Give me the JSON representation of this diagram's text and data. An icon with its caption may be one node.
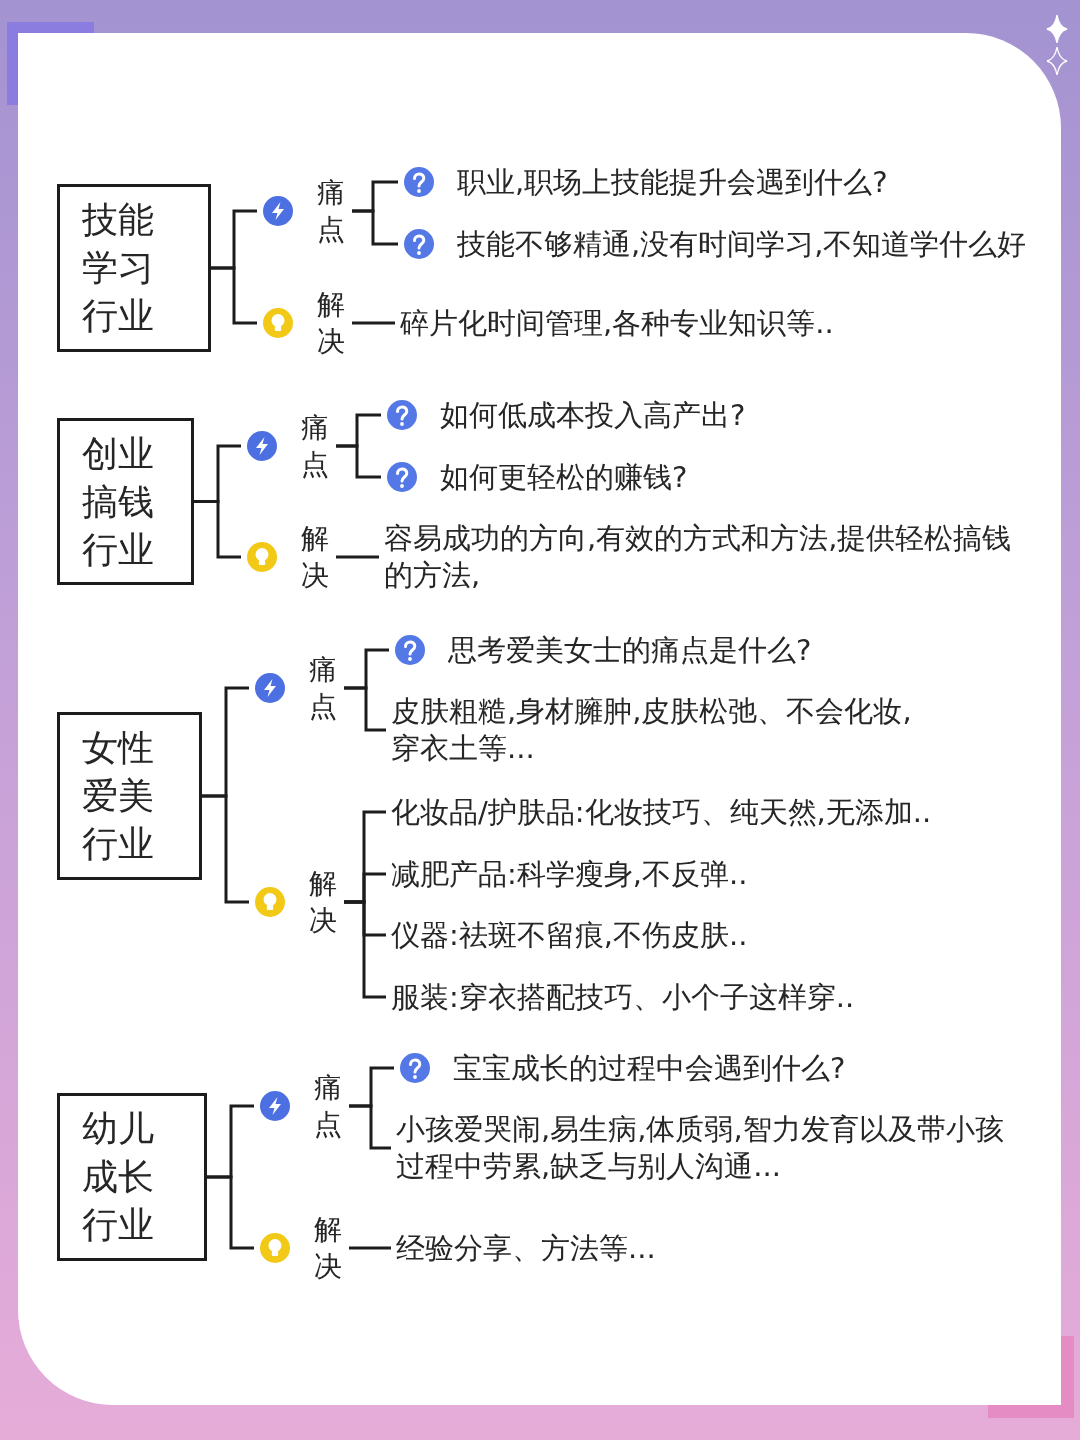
{
  "diagram": {
    "nodes": [
      {
        "text": [
          "技能学习行业"
        ]
      },
      {
        "text": [
          "痛点"
        ]
      },
      {
        "text": [
          "职业,职场上技能提升会遇到什么?"
        ]
      },
      {
        "text": [
          "技能不够精通,没有时间学习,不知道学什么好"
        ]
      },
      {
        "text": [
          "解决"
        ]
      },
      {
        "text": [
          "碎片化时间管理,各种专业知识等.."
        ]
      },
      {
        "text": [
          "创业搞钱行业"
        ]
      },
      {
        "text": [
          "痛点"
        ]
      },
      {
        "text": [
          "如何低成本投入高产出?"
        ]
      },
      {
        "text": [
          "如何更轻松的赚钱?"
        ]
      },
      {
        "text": [
          "解决"
        ]
      },
      {
        "text": [
          "容易成功的方向,有效的方式和方法,提供轻松搞钱的方法,"
        ]
      },
      {
        "text": [
          "女性爱美行业"
        ]
      },
      {
        "text": [
          "痛点"
        ]
      },
      {
        "text": [
          "思考爱美女士的痛点是什么?"
        ]
      },
      {
        "text": [
          "皮肤粗糙,身材臃肿,皮肤松弛、不会化妆,穿衣土等..."
        ]
      },
      {
        "text": [
          "解决"
        ]
      },
      {
        "text": [
          "化妆品/护肤品:化妆技巧、纯天然,无添加.."
        ]
      },
      {
        "text": [
          "减肥产品:科学瘦身,不反弹.."
        ]
      },
      {
        "text": [
          "仪器:祛斑不留痕,不伤皮肤.."
        ]
      },
      {
        "text": [
          "服装:穿衣搭配技巧、小个子这样穿.."
        ]
      },
      {
        "text": [
          "幼儿成长行业"
        ]
      },
      {
        "text": [
          "痛点"
        ]
      },
      {
        "text": [
          "宝宝成长的过程中会遇到什么?"
        ]
      },
      {
        "text": [
          "小孩爱哭闹,易生病,体质弱,智力发育以及带小孩过程中劳累,缺乏与别人沟通..."
        ]
      },
      {
        "text": [
          "解决"
        ]
      },
      {
        "text": [
          "经验分享、方法等..."
        ]
      }
    ],
    "edges": [
      {
        "from": 0,
        "to": 1,
        "arrow": "none"
      },
      {
        "from": 0,
        "to": 4,
        "arrow": "none"
      },
      {
        "from": 1,
        "to": 2,
        "arrow": "none"
      },
      {
        "from": 1,
        "to": 3,
        "arrow": "none"
      },
      {
        "from": 4,
        "to": 5,
        "arrow": "none"
      },
      {
        "from": 6,
        "to": 7,
        "arrow": "none"
      },
      {
        "from": 6,
        "to": 10,
        "arrow": "none"
      },
      {
        "from": 7,
        "to": 8,
        "arrow": "none"
      },
      {
        "from": 7,
        "to": 9,
        "arrow": "none"
      },
      {
        "from": 10,
        "to": 11,
        "arrow": "none"
      },
      {
        "from": 12,
        "to": 13,
        "arrow": "none"
      },
      {
        "from": 12,
        "to": 16,
        "arrow": "none"
      },
      {
        "from": 13,
        "to": 14,
        "arrow": "none"
      },
      {
        "from": 13,
        "to": 15,
        "arrow": "none"
      },
      {
        "from": 16,
        "to": 17,
        "arrow": "none"
      },
      {
        "from": 16,
        "to": 18,
        "arrow": "none"
      },
      {
        "from": 16,
        "to": 19,
        "arrow": "none"
      },
      {
        "from": 16,
        "to": 20,
        "arrow": "none"
      },
      {
        "from": 21,
        "to": 22,
        "arrow": "none"
      },
      {
        "from": 21,
        "to": 25,
        "arrow": "none"
      },
      {
        "from": 22,
        "to": 23,
        "arrow": "none"
      },
      {
        "from": 22,
        "to": 24,
        "arrow": "none"
      },
      {
        "from": 25,
        "to": 26,
        "arrow": "none"
      }
    ]
  }
}
